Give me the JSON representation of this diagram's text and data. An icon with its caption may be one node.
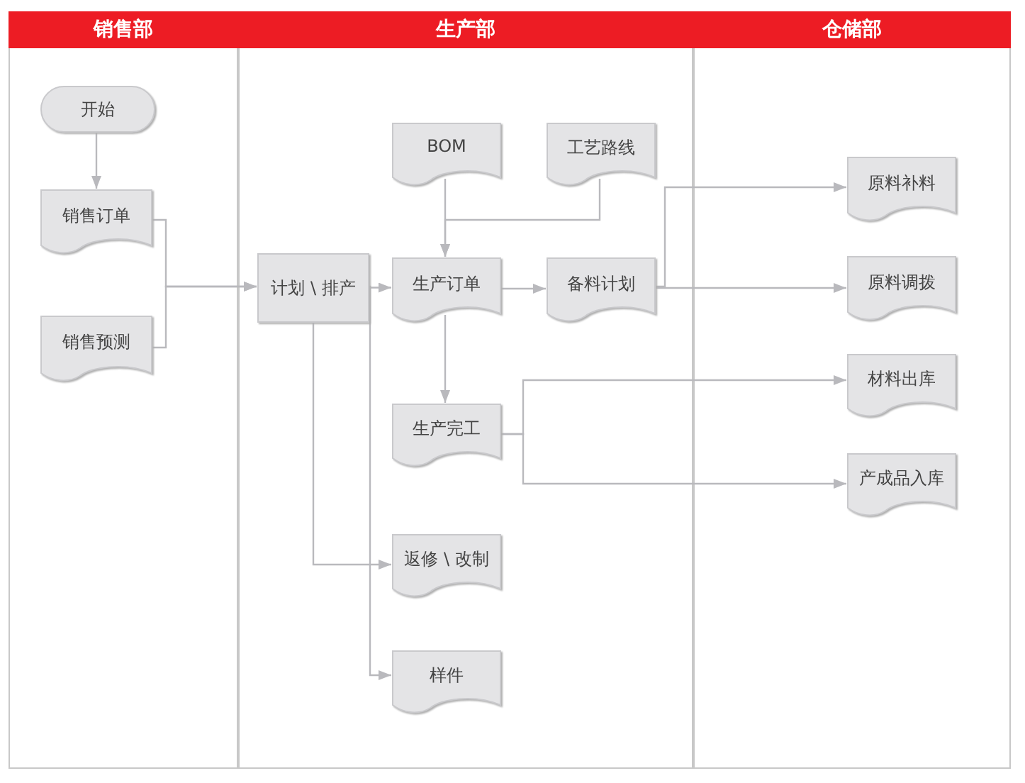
{
  "diagram": {
    "nodes": [
      {
        "text": [
          "销售部"
        ]
      },
      {
        "text": [
          "生产部"
        ]
      },
      {
        "text": [
          "仓储部"
        ]
      },
      {
        "text": [
          "开始"
        ],
        "in": 0
      },
      {
        "text": [
          "销售订单"
        ],
        "in": 0
      },
      {
        "text": [
          "销售预测"
        ],
        "in": 0
      },
      {
        "text": [
          "计划 \\ 排产"
        ],
        "in": 1
      },
      {
        "text": [
          "BOM"
        ],
        "in": 1
      },
      {
        "text": [
          "工艺路线"
        ],
        "in": 1
      },
      {
        "text": [
          "生产订单"
        ],
        "in": 1
      },
      {
        "text": [
          "备料计划"
        ],
        "in": 1
      },
      {
        "text": [
          "生产完工"
        ],
        "in": 1
      },
      {
        "text": [
          "返修 \\ 改制"
        ],
        "in": 1
      },
      {
        "text": [
          "样件"
        ],
        "in": 1
      },
      {
        "text": [
          "原料补料"
        ],
        "in": 2
      },
      {
        "text": [
          "原料调拨"
        ],
        "in": 2
      },
      {
        "text": [
          "材料出库"
        ],
        "in": 2
      },
      {
        "text": [
          "产成品入库"
        ],
        "in": 2
      }
    ],
    "edges": [
      {
        "from": 3,
        "to": 4,
        "arrow": "to"
      },
      {
        "from": 4,
        "to": 6,
        "arrow": "to"
      },
      {
        "from": 5,
        "to": 6,
        "arrow": "to"
      },
      {
        "from": 6,
        "to": 9,
        "arrow": "to"
      },
      {
        "from": 6,
        "to": 12,
        "arrow": "to"
      },
      {
        "from": 6,
        "to": 13,
        "arrow": "to"
      },
      {
        "from": 7,
        "to": 9,
        "arrow": "to"
      },
      {
        "from": 8,
        "to": 9,
        "arrow": "to"
      },
      {
        "from": 9,
        "to": 10,
        "arrow": "to"
      },
      {
        "from": 9,
        "to": 11,
        "arrow": "to"
      },
      {
        "from": 10,
        "to": 14,
        "arrow": "to"
      },
      {
        "from": 10,
        "to": 15,
        "arrow": "to"
      },
      {
        "from": 11,
        "to": 16,
        "arrow": "to"
      },
      {
        "from": 11,
        "to": 17,
        "arrow": "to"
      }
    ]
  }
}
